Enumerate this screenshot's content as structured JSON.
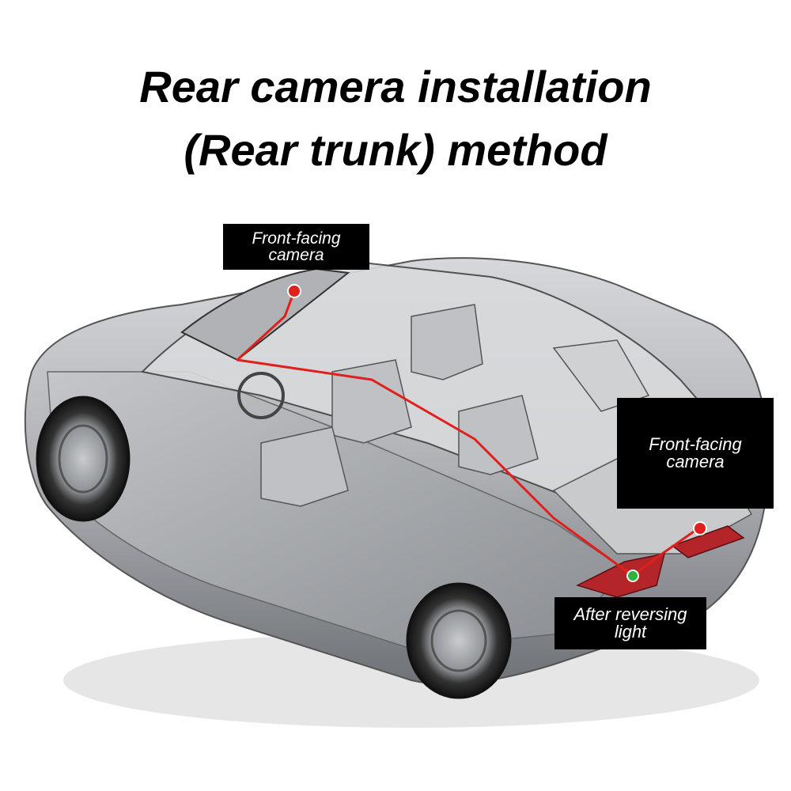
{
  "title": {
    "line1": "Rear camera installation",
    "line2": "(Rear trunk) method"
  },
  "callouts": {
    "front_camera_top": {
      "line1": "Front-facing",
      "line2": "camera"
    },
    "front_camera_right": {
      "line1": "Front-facing",
      "line2": "camera"
    },
    "reversing_light": {
      "line1": "After reversing",
      "line2": "light"
    }
  },
  "colors": {
    "wire": "#e0201c",
    "camera_dot": "#e0201c",
    "reversing_dot": "#2fb33a",
    "car_body": "#a7a9ad",
    "label_bg": "#000000"
  }
}
